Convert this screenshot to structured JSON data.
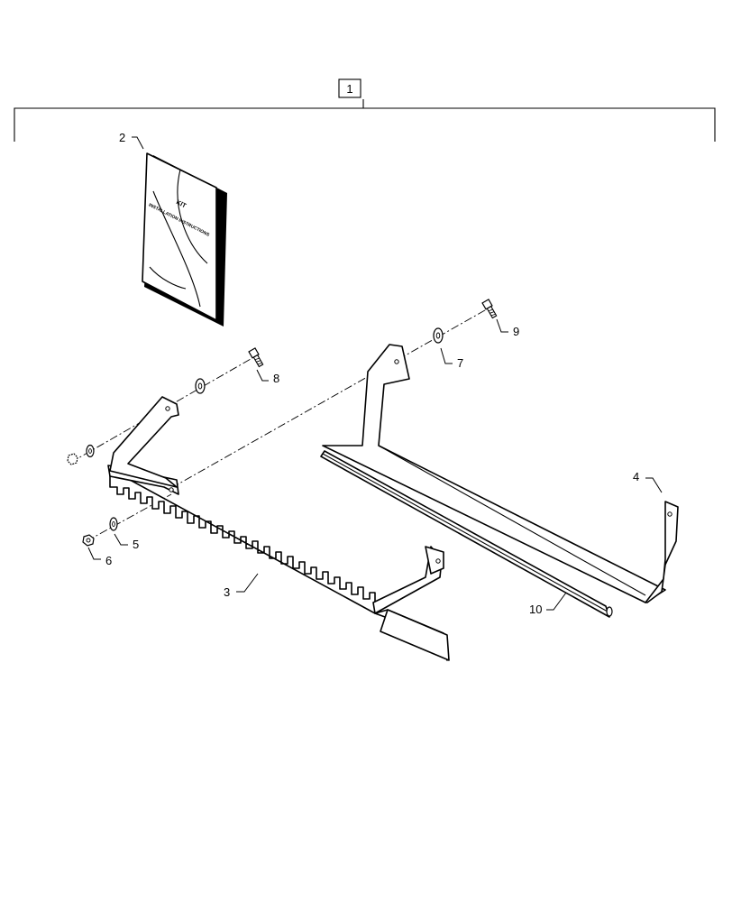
{
  "callouts": {
    "kit": "1",
    "manual": "2",
    "toothed_strip": "3",
    "bracket": "4",
    "washer_small": "5",
    "nut": "6",
    "washer_right": "7",
    "bolt_left": "8",
    "bolt_right": "9",
    "rod": "10"
  },
  "manual": {
    "title": "KIT",
    "subtitle": "INSTALLATION INSTRUCTIONS"
  }
}
